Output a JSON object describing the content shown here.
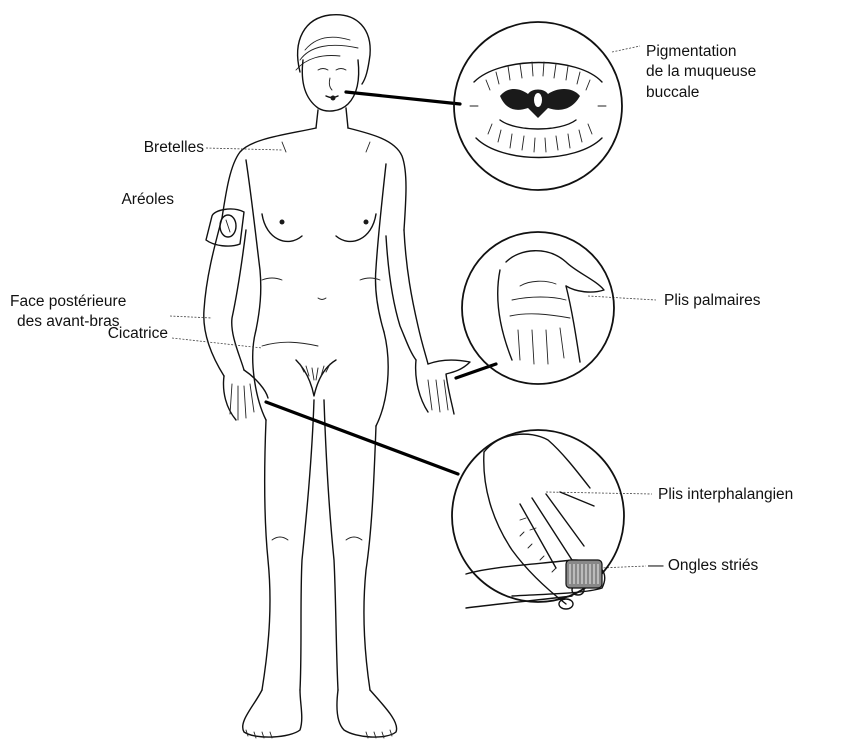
{
  "labels": {
    "bretelles": "Bretelles",
    "areoles": "Aréoles",
    "face_posterieure_line1": "Face postérieure",
    "face_posterieure_line2": "des avant-bras",
    "cicatrice": "Cicatrice",
    "pigmentation_line1": "Pigmentation",
    "pigmentation_line2": "de la muqueuse",
    "pigmentation_line3": "buccale",
    "plis_palmaires": "Plis palmaires",
    "plis_interphalangien": "Plis interphalangien",
    "ongles_stries": "Ongles striés"
  },
  "colors": {
    "ink": "#111111",
    "background": "#ffffff"
  }
}
